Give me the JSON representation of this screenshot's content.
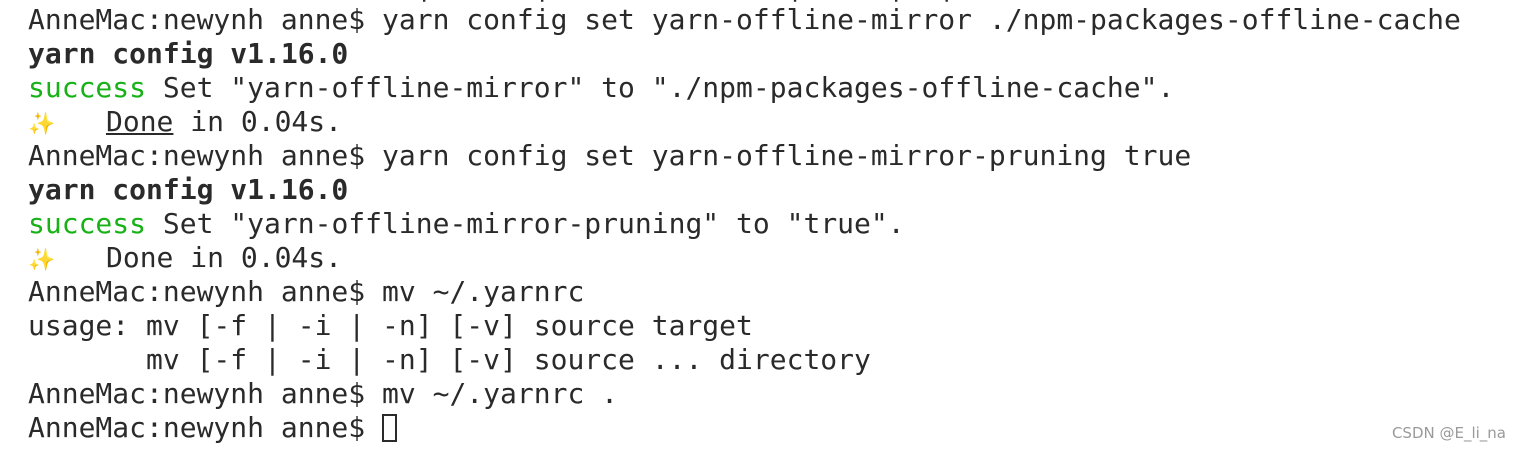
{
  "terminal": {
    "top_partial": "                   ,   |      |              |     |  |",
    "prompt": "AnneMac:newynh anne$ ",
    "lines": [
      {
        "cmd": "yarn config set yarn-offline-mirror ./npm-packages-offline-cache"
      },
      {
        "header": "yarn config v1.16.0"
      },
      {
        "status": "success",
        "msg": " Set \"yarn-offline-mirror\" to \"./npm-packages-offline-cache\"."
      },
      {
        "icon": "✨",
        "done": "Done",
        "rest": " in 0.04s."
      },
      {
        "cmd": "yarn config set yarn-offline-mirror-pruning true"
      },
      {
        "header": "yarn config v1.16.0"
      },
      {
        "status": "success",
        "msg": " Set \"yarn-offline-mirror-pruning\" to \"true\"."
      },
      {
        "icon": "✨",
        "done": "Done",
        "rest": " in 0.04s."
      },
      {
        "cmd": "mv ~/.yarnrc"
      },
      {
        "out": "usage: mv [-f | -i | -n] [-v] source target"
      },
      {
        "out": "       mv [-f | -i | -n] [-v] source ... directory"
      },
      {
        "cmd": "mv ~/.yarnrc ."
      },
      {
        "cmd": ""
      }
    ],
    "colors": {
      "success": "#18b218",
      "text": "#2a2a2a"
    }
  },
  "watermark": "CSDN @E_li_na"
}
